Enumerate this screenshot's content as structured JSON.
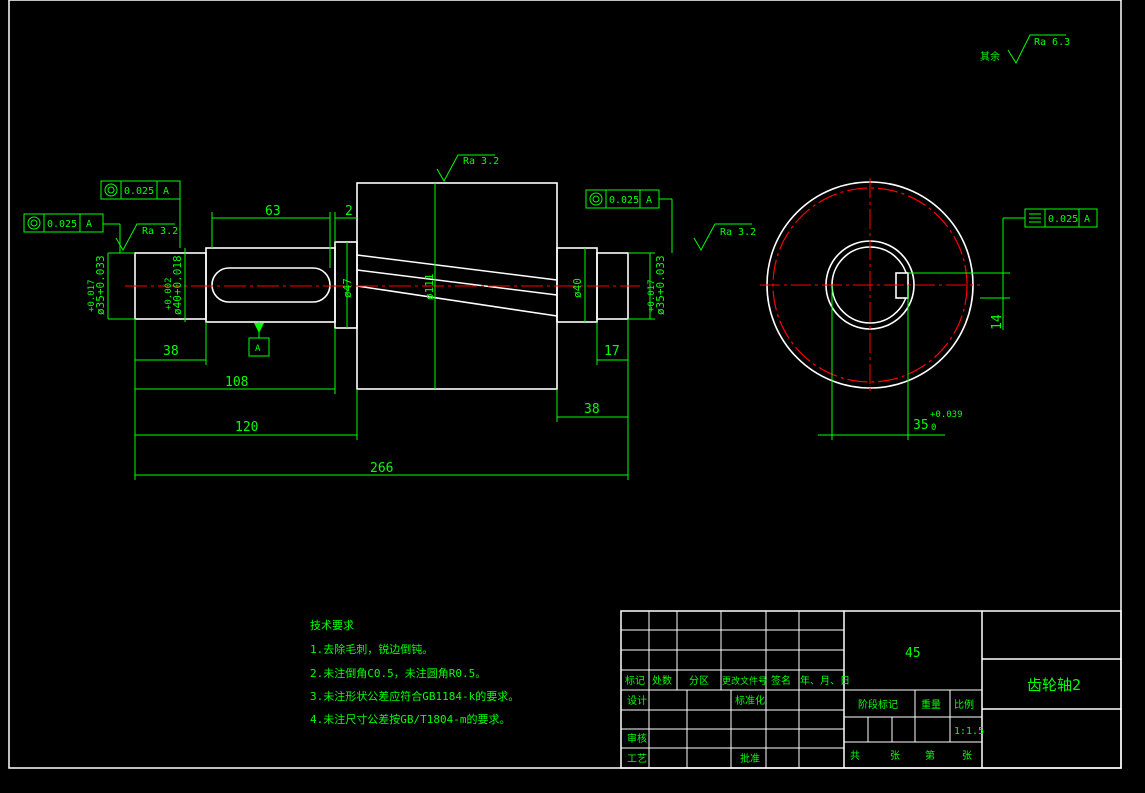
{
  "colors": {
    "outline": "#ffffff",
    "dimension": "#00ff00",
    "centerline": "#ff0000",
    "arrow_fill": "#00ff00"
  },
  "surface": {
    "other_label": "其余",
    "other_ra": "Ra 6.3",
    "ra_top": "Ra 3.2",
    "ra_left": "Ra 3.2",
    "ra_right": "Ra 3.2"
  },
  "tolerance_frames": {
    "left_top": {
      "value": "0.025",
      "datum": "A"
    },
    "left_low": {
      "value": "0.025",
      "datum": "A"
    },
    "right": {
      "value": "0.025",
      "datum": "A"
    },
    "section": {
      "value": "0.025",
      "datum": "A"
    }
  },
  "datum_label": "A",
  "dims": {
    "d63": "63",
    "d2": "2",
    "d38_left": "38",
    "d108": "108",
    "d120": "120",
    "d266": "266",
    "d17": "17",
    "d38_right": "38",
    "d14": "14",
    "dia35_left": "ø35+0.033",
    "dia35_left_lower": "+0.017",
    "dia40_left": "ø40+0.018",
    "dia40_left_lower": "+0.002",
    "dia47": "ø47",
    "dia111": "ø111",
    "dia40_right": "ø40",
    "dia35_right": "ø35+0.033",
    "dia35_right_lower": "+0.017",
    "bore": "35",
    "bore_upper": "+0.039",
    "bore_lower": "0"
  },
  "tech_req": {
    "title": "技术要求",
    "items": [
      "1.去除毛刺，锐边倒钝。",
      "2.未注倒角C0.5，未注圆角R0.5。",
      "3.未注形状公差应符合GB1184-k的要求。",
      "4.未注尺寸公差按GB/T1804-m的要求。"
    ]
  },
  "title_block": {
    "material": "45",
    "part_name": "齿轮轴2",
    "header": [
      "标记",
      "处数",
      "分区",
      "更改文件号",
      "签名",
      "年、月、日"
    ],
    "design": "设计",
    "standard": "标准化",
    "check": "审核",
    "process": "工艺",
    "approve": "批准",
    "stage_mark": "阶段标记",
    "weight": "重量",
    "scale": "比例",
    "scale_value": "1:1.5",
    "total": "共",
    "sheet_unit": "张",
    "sheet_no": "第",
    "sheet_unit2": "张"
  }
}
